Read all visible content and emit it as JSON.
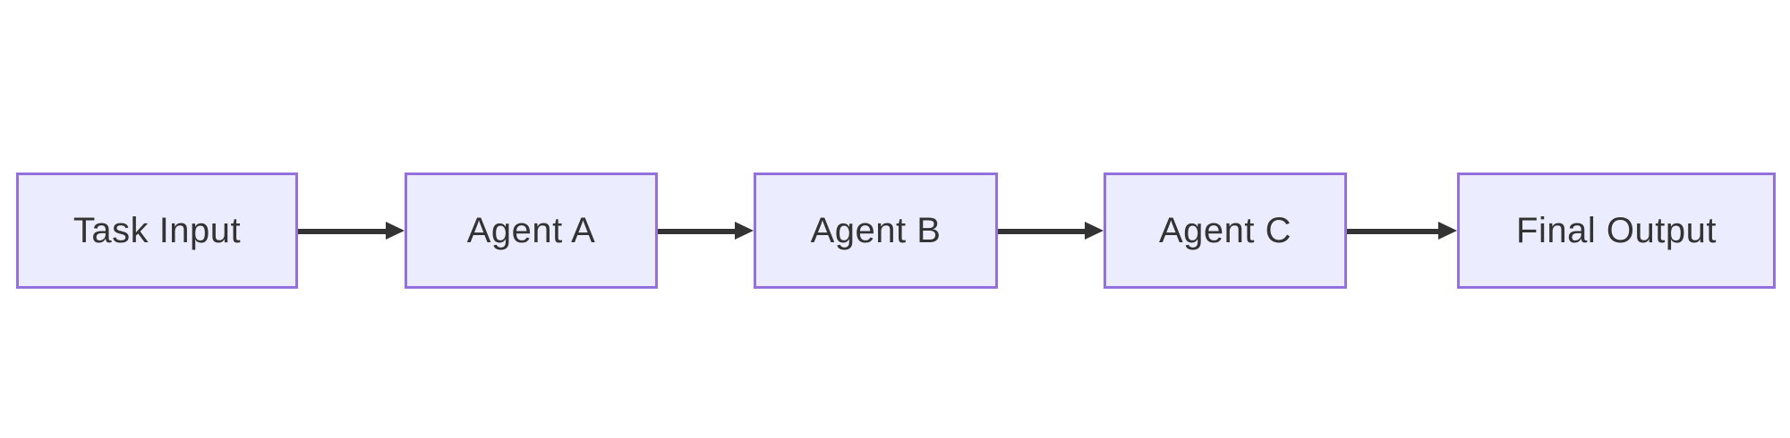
{
  "diagram": {
    "type": "flowchart-lr",
    "nodes": [
      {
        "id": "task-input",
        "label": "Task Input"
      },
      {
        "id": "agent-a",
        "label": "Agent A"
      },
      {
        "id": "agent-b",
        "label": "Agent B"
      },
      {
        "id": "agent-c",
        "label": "Agent C"
      },
      {
        "id": "final-output",
        "label": "Final Output"
      }
    ],
    "edges": [
      {
        "from": "task-input",
        "to": "agent-a"
      },
      {
        "from": "agent-a",
        "to": "agent-b"
      },
      {
        "from": "agent-b",
        "to": "agent-c"
      },
      {
        "from": "agent-c",
        "to": "final-output"
      }
    ],
    "style": {
      "node_fill": "#ECECFF",
      "node_border": "#9370DB",
      "text_color": "#333333",
      "arrow_color": "#333333",
      "background": "#FFFFFF"
    }
  }
}
